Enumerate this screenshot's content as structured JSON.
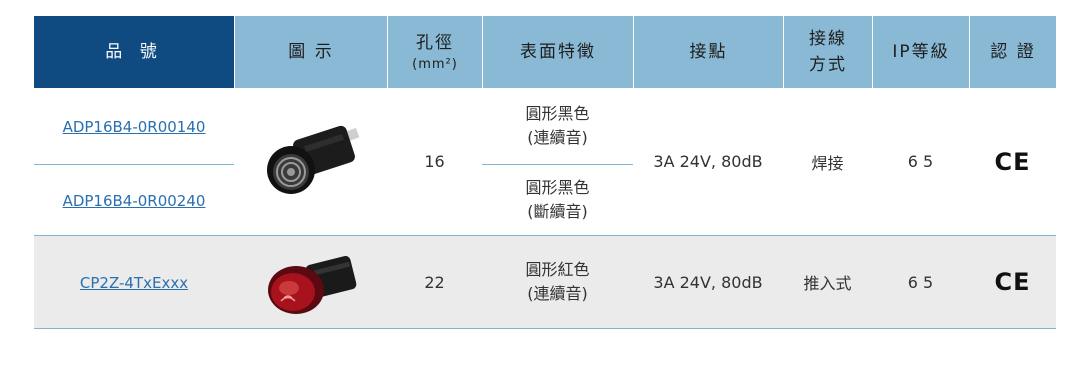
{
  "headers": {
    "part_no": "品 號",
    "image": "圖 示",
    "hole": "孔徑",
    "hole_unit": "(mm²)",
    "surface": "表面特徵",
    "contact": "接點",
    "wiring_line1": "接線",
    "wiring_line2": "方式",
    "ip": "IP等級",
    "cert": "認 證"
  },
  "rows": [
    {
      "part_no": "ADP16B4-0R00140",
      "feature_line1": "圓形黑色",
      "feature_line2": "(連續音)"
    },
    {
      "part_no": "ADP16B4-0R00240",
      "feature_line1": "圓形黑色",
      "feature_line2": "(斷續音)"
    },
    {
      "part_no": "CP2Z-4TxExxx",
      "feature_line1": "圓形紅色",
      "feature_line2": "(連續音)"
    }
  ],
  "group1": {
    "hole": "16",
    "contact": "3A  24V, 80dB",
    "wiring": "焊接",
    "ip": "6 5",
    "cert": "CE"
  },
  "group2": {
    "hole": "22",
    "contact": "3A  24V, 80dB",
    "wiring": "推入式",
    "ip": "6 5",
    "cert": "CE"
  },
  "colors": {
    "header_dark": "#0f4a80",
    "header_light": "#89b9d4",
    "link": "#2a6fb0",
    "divider": "#7fb6d1",
    "row_alt": "#ebebeb"
  },
  "icons": {
    "black_buzzer": "black-buzzer-photo-icon",
    "red_buzzer": "red-buzzer-photo-icon",
    "ce": "ce-mark-icon"
  }
}
